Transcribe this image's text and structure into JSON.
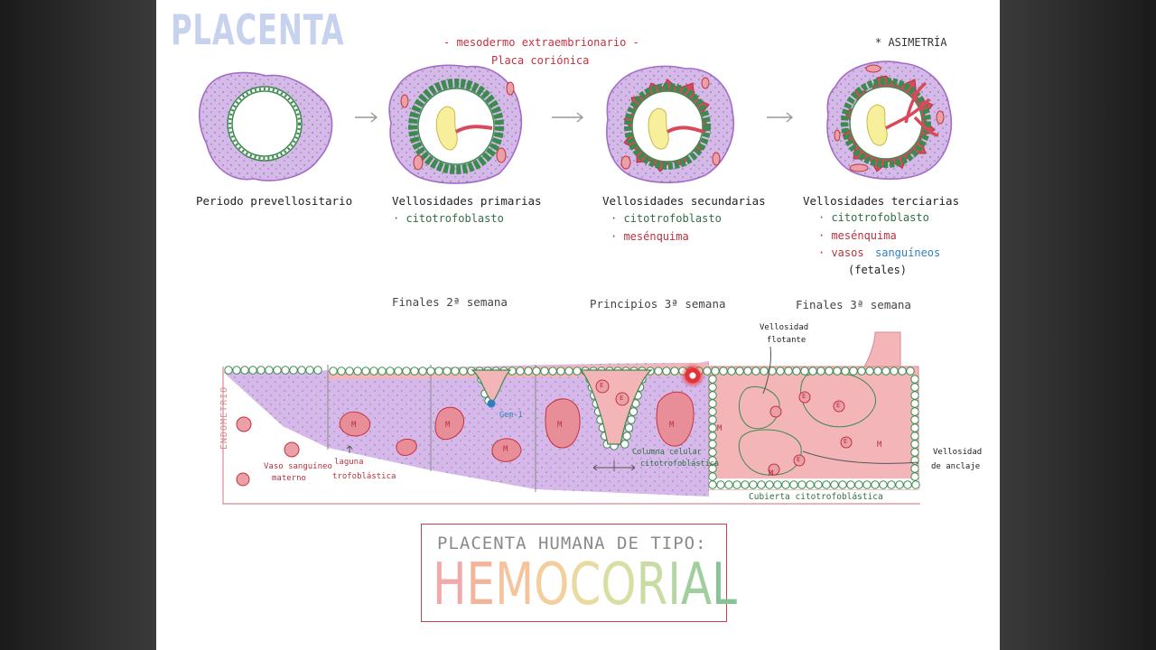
{
  "title": "PLACENTA",
  "top_notes": {
    "mesodermo": "- mesodermo extraembrionario -",
    "placa": "Placa coriónica",
    "asimetria": "* ASIMETRÍA"
  },
  "stages": [
    {
      "name": "Periodo  prevellositario",
      "items": []
    },
    {
      "name": "Vellosidades  primarias",
      "items": [
        "· citotrofoblasto"
      ]
    },
    {
      "name": "Vellosidades  secundarias",
      "items": [
        "· citotrofoblasto",
        "· mesénquima"
      ]
    },
    {
      "name": "Vellosidades  terciarias",
      "items": [
        "· citotrofoblasto",
        "· mesénquima",
        "· vasos",
        "sanguíneos",
        "(fetales)"
      ]
    }
  ],
  "timeline": [
    "Finales  2ª  semana",
    "Principios  3ª  semana",
    "Finales  3ª  semana"
  ],
  "section_labels": {
    "endometrio": "ENDOMETRIO",
    "vaso": "Vaso sanguíneo",
    "materno": "materno",
    "laguna": "laguna",
    "trofoblastica": "trofoblástica",
    "gem": "Gem-1",
    "columna": "Columna celular",
    "citotrofoblastica": "citotrofoblástica",
    "vellosidad_flotante_1": "Vellosidad",
    "vellosidad_flotante_2": "flotante",
    "vellosidad_anclaje_1": "Vellosidad",
    "vellosidad_anclaje_2": "de anclaje",
    "cubierta": "Cubierta  citotrofoblástica",
    "m": "M",
    "e": "E"
  },
  "banner": {
    "line1": "PLACENTA  HUMANA  DE  TIPO:",
    "line2_letters": [
      "H",
      "E",
      "M",
      "O",
      "C",
      "O",
      "R",
      "I",
      "A",
      "L"
    ],
    "line2_colors": [
      "#f1a9a9",
      "#f4b49a",
      "#f6c49c",
      "#f3cf9e",
      "#e9da9f",
      "#d9dfa2",
      "#c8dca3",
      "#b4d7a3",
      "#a0cf9d",
      "#87c397"
    ]
  },
  "colors": {
    "membrane": "#d8b8ec",
    "membrane_stroke": "#a56bc9",
    "cyto": "#3d8a4f",
    "mesenchyme": "#d9495b",
    "blood": "#e9a0a6",
    "embryo": "#f7ef9b",
    "vessels_text": "#2f7fc0",
    "accent_red": "#c5303e",
    "text_green": "#2f6e44",
    "text_red": "#b8323f"
  },
  "recording_dot": "#e53238"
}
